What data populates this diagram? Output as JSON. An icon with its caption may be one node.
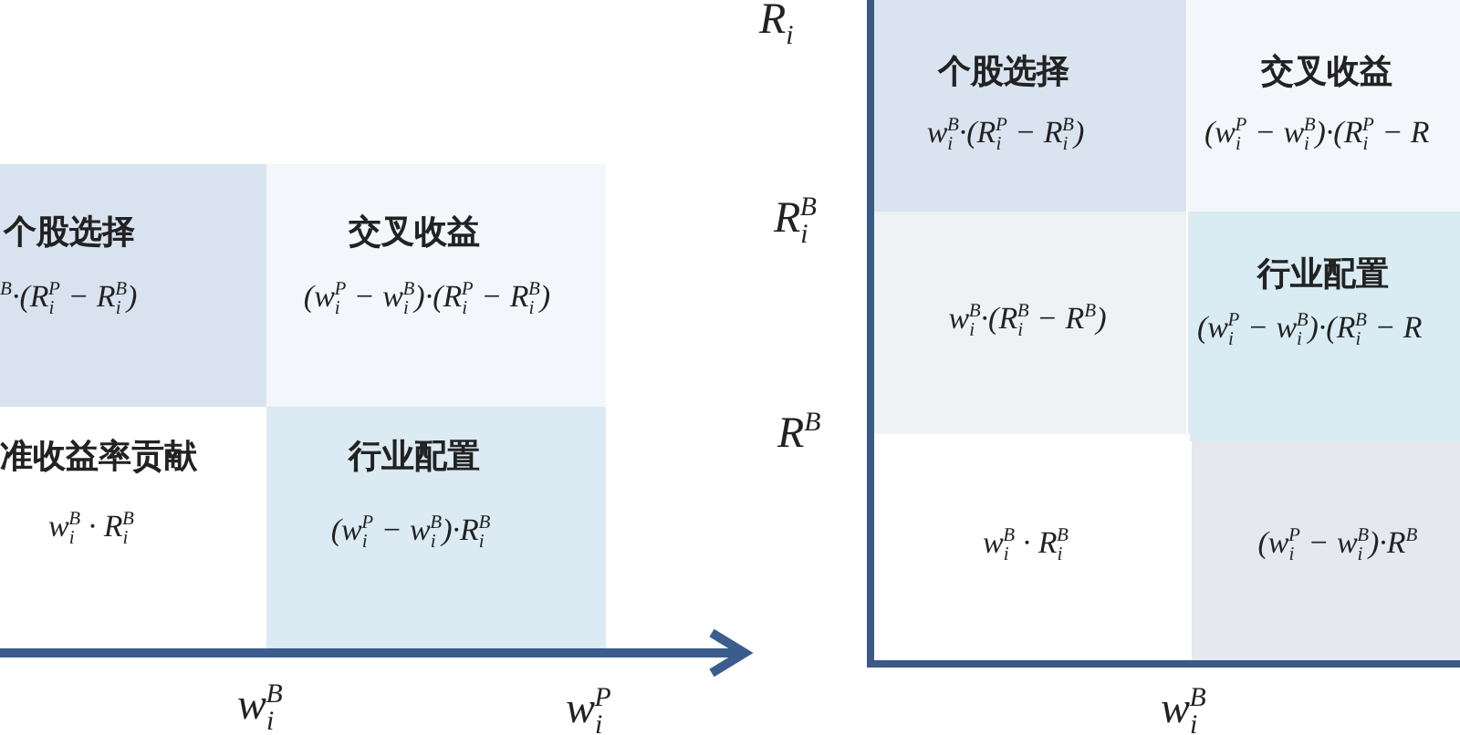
{
  "diagram": {
    "nodes": [
      {
        "text": [
          "个股选择",
          "$^{B}$·(R$_{i}$$^{P}$ − R$_{i}$$^{B}$)"
        ]
      },
      {
        "text": [
          "交叉收益",
          "(w$_{i}$$^{P}$ − w$_{i}$$^{B}$)·(R$_{i}$$^{P}$ − R$_{i}$$^{B}$)"
        ]
      },
      {
        "text": [
          "准收益率贡献",
          "w$_{i}$$^{B}$ · R$_{i}$$^{B}$"
        ]
      },
      {
        "text": [
          "行业配置",
          "(w$_{i}$$^{P}$ − w$_{i}$$^{B}$)·R$_{i}$$^{B}$"
        ]
      },
      {
        "text": [
          "个股选择",
          "w$_{i}$$^{B}$·(R$_{i}$$^{P}$ − R$_{i}$$^{B}$)"
        ]
      },
      {
        "text": [
          "交叉收益",
          "(w$_{i}$$^{P}$ − w$_{i}$$^{B}$)·(R$_{i}$$^{P}$ − R"
        ]
      },
      {
        "text": [
          "w$_{i}$$^{B}$·(R$_{i}$$^{B}$ − R$^{B}$)"
        ]
      },
      {
        "text": [
          "行业配置",
          "(w$_{i}$$^{P}$ − w$_{i}$$^{B}$)·(R$_{i}$$^{B}$ − R"
        ]
      },
      {
        "text": [
          "w$_{i}$$^{B}$ · R$_{i}$$^{B}$"
        ]
      },
      {
        "text": [
          "(w$_{i}$$^{P}$ − w$_{i}$$^{B}$)·R$^{B}$"
        ]
      }
    ],
    "labels": [
      "R$_{i}$",
      "R$_{i}$$^{B}$",
      "R$^{B}$",
      "w$_{i}$$^{B}$",
      "w$_{i}$$^{P}$",
      "w$_{i}$$^{B}$"
    ]
  }
}
